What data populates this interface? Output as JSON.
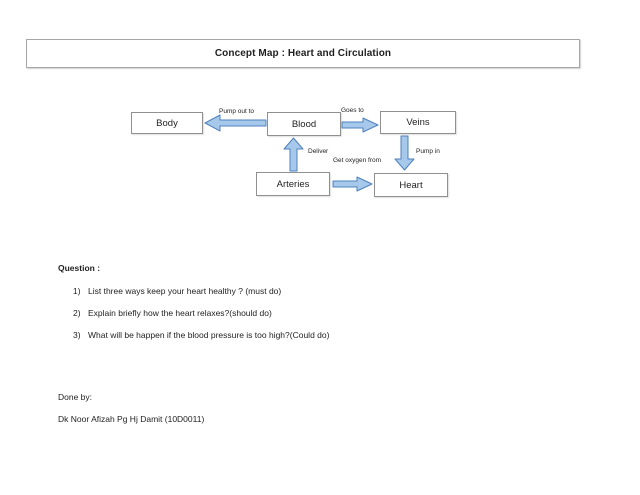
{
  "title": "Concept Map : Heart and Circulation",
  "diagram": {
    "nodes": [
      {
        "id": "body",
        "label": "Body"
      },
      {
        "id": "blood",
        "label": "Blood"
      },
      {
        "id": "veins",
        "label": "Veins"
      },
      {
        "id": "arteries",
        "label": "Arteries"
      },
      {
        "id": "heart",
        "label": "Heart"
      }
    ],
    "edges": [
      {
        "from": "blood",
        "to": "body",
        "label": "Pump out to",
        "direction": "left"
      },
      {
        "from": "blood",
        "to": "veins",
        "label": "Goes to",
        "direction": "right"
      },
      {
        "from": "arteries",
        "to": "blood",
        "label": "Deliver",
        "direction": "up"
      },
      {
        "from": "veins",
        "to": "heart",
        "label": "Pump in",
        "direction": "down"
      },
      {
        "from": "arteries",
        "to": "heart",
        "label": "Get oxygen from",
        "direction": "right"
      }
    ]
  },
  "question": {
    "heading": "Question :",
    "items": [
      {
        "number": "1)",
        "text": "List three ways keep your heart healthy ? (must do)"
      },
      {
        "number": "2)",
        "text": "Explain briefly how the heart relaxes?(should do)"
      },
      {
        "number": "3)",
        "text": "What will be happen if the blood pressure is too high?(Could do)"
      }
    ]
  },
  "footer": {
    "done_by": "Done by:",
    "author": "Dk Noor Afizah Pg Hj Damit (10D0011)"
  },
  "colors": {
    "arrow-fill": "#a6c8ea",
    "arrow-stroke": "#4f81bd",
    "box-border": "#909090",
    "title-border": "#a6a6a6",
    "text": "#1f1f1f"
  }
}
